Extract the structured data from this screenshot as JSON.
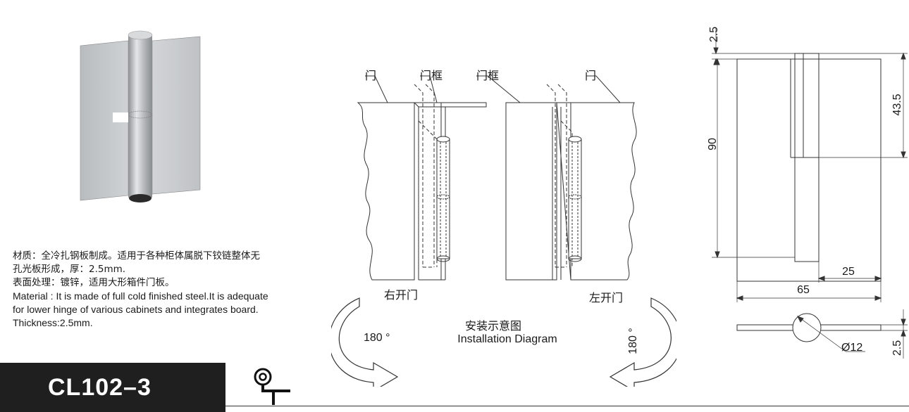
{
  "description": {
    "cn_line1": "材质：全冷扎钢板制成。适用于各种柜体属脱下铰链整体无",
    "cn_line2": "孔光板形成，厚：2.5mm.",
    "cn_line3": "表面处理：镀锌，适用大形箱件门板。",
    "en_line1": "Material : It is made of full cold finished steel.It is adequate",
    "en_line2": "for lower hinge of various cabinets and integrates board.",
    "en_line3": "Thickness:2.5mm."
  },
  "model": "CL102–3",
  "installation": {
    "title_cn": "安装示意图",
    "title_en": "Installation Diagram",
    "left": {
      "door": "门",
      "frame": "门框",
      "caption": "右开门",
      "angle": "180 °"
    },
    "right": {
      "frame": "门框",
      "door": "门",
      "caption": "左开门",
      "angle": "180 °"
    }
  },
  "dimensions": {
    "top_offset": "2.5",
    "upper_leaf": "43.5",
    "height": "90",
    "leaf_width": "25",
    "total_width": "65",
    "pin_diameter": "Ø12",
    "thickness": "2.5"
  }
}
